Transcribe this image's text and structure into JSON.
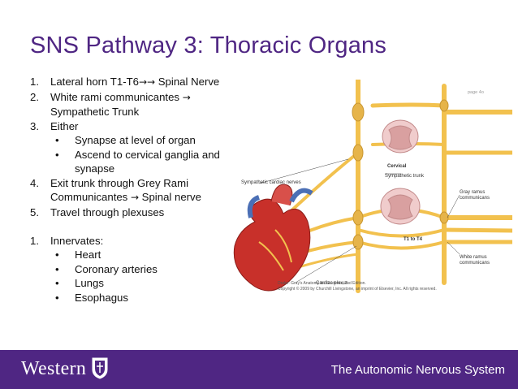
{
  "slide": {
    "title": "SNS Pathway 3: Thoracic Organs",
    "steps": [
      {
        "num": "1.",
        "text_before": "Lateral horn T1-T6",
        "arrow": "→→",
        "text_after": " Spinal Nerve"
      },
      {
        "num": "2.",
        "text_before": "White rami communicantes ",
        "arrow": "→",
        "text_after": " Sympathetic Trunk"
      },
      {
        "num": "3.",
        "text": "Either"
      },
      {
        "num": "4.",
        "text_before": "Exit trunk through Grey Rami Communicantes ",
        "arrow": "→",
        "text_after": " Spinal nerve"
      },
      {
        "num": "5.",
        "text": "Travel through plexuses"
      }
    ],
    "either_bullets": [
      "Synapse at level of organ",
      "Ascend to cervical ganglia and synapse"
    ],
    "innervates": {
      "num": "1.",
      "label": "Innervates:",
      "items": [
        "Heart",
        "Coronary arteries",
        "Lungs",
        "Esophagus"
      ]
    },
    "bullet_char": "•"
  },
  "figure": {
    "page_label": "page 4o",
    "labels": {
      "sympathetic_cardiac_nerves": "Sympathetic cardiac nerves",
      "cervical": "Cervical",
      "sympathetic_trunk": "Sympathetic trunk",
      "gray_ramus_1": "Gray ramus",
      "gray_ramus_2": "communicans",
      "t1_to_t4": "T1 to T4",
      "white_ramus_1": "White ramus",
      "white_ramus_2": "communicans",
      "cardiac_plexus": "Cardiac plexus"
    },
    "caption_line1": "Drake: Gray's Anatomy for Students, 2nd Edition.",
    "caption_line2": "Copyright © 2009 by Churchill Livingstone, an imprint of Elsevier, Inc. All rights reserved."
  },
  "footer": {
    "logo_text": "Western",
    "title": "The Autonomic Nervous System"
  },
  "colors": {
    "purple": "#4f2683",
    "nerve": "#f2c14e",
    "cord": "#e8b4b4",
    "heart_red": "#c8302a"
  }
}
